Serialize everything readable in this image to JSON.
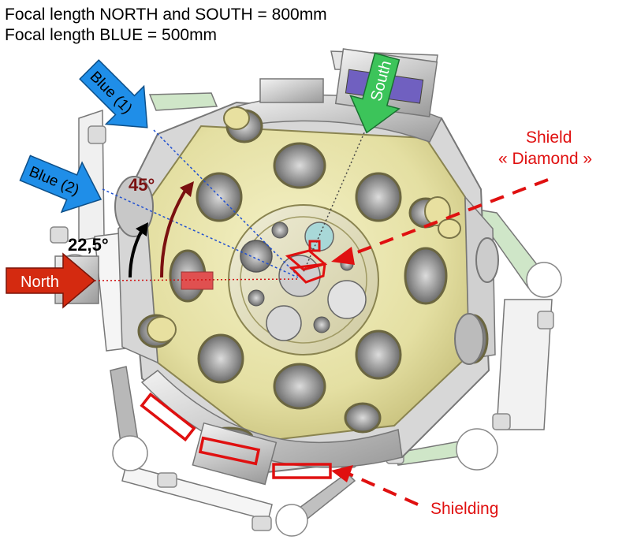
{
  "header": {
    "line1": "Focal length NORTH and SOUTH = 800mm",
    "line2": "Focal length BLUE = 500mm"
  },
  "arrows": {
    "north": "North",
    "south": "South",
    "blue1": "Blue (1)",
    "blue2": "Blue (2)"
  },
  "angles": {
    "small": "22,5°",
    "large": "45°"
  },
  "callouts": {
    "shield_line1": "Shield",
    "shield_line2": "« Diamond »",
    "shielding": "Shielding"
  },
  "colors": {
    "chamber": "#e8e4a8",
    "north_arrow": "#d42a10",
    "south_arrow": "#3cc45a",
    "blue_arrow": "#1f8ee8",
    "annotation_red": "#e01010",
    "angle_dark_red": "#7a1010",
    "frame_green": "#cfe6c8"
  }
}
